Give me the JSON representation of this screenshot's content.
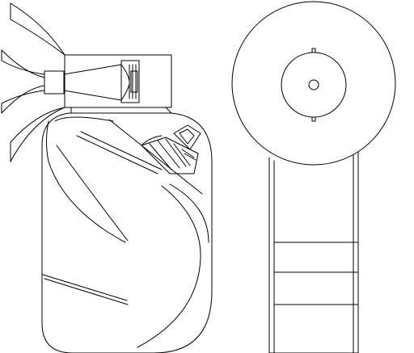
{
  "drawing": {
    "stroke_color": "#000000",
    "background_color": "#ffffff",
    "components": [
      "horn-driver-assembly",
      "bass-cabinet-side-view",
      "woofer-driver",
      "bass-horn-front-view"
    ]
  }
}
